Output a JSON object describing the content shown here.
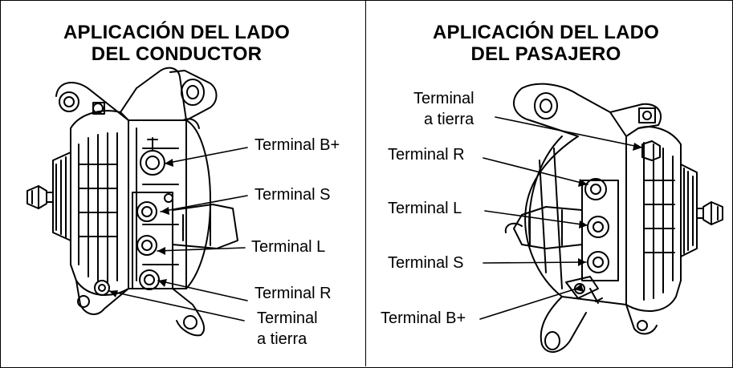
{
  "left_panel": {
    "title_line1": "APLICACIÓN DEL LADO",
    "title_line2": "DEL CONDUCTOR",
    "labels": {
      "b_plus": "Terminal  B+",
      "s": "Terminal  S",
      "l": "Terminal  L",
      "r": "Terminal  R",
      "ground_line1": "Terminal",
      "ground_line2": "a tierra"
    }
  },
  "right_panel": {
    "title_line1": "APLICACIÓN DEL LADO",
    "title_line2": "DEL PASAJERO",
    "labels": {
      "ground_line1": "Terminal",
      "ground_line2": "a tierra",
      "r": "Terminal R",
      "l": "Terminal  L",
      "s": "Terminal S",
      "b_plus": "Terminal B+"
    }
  }
}
